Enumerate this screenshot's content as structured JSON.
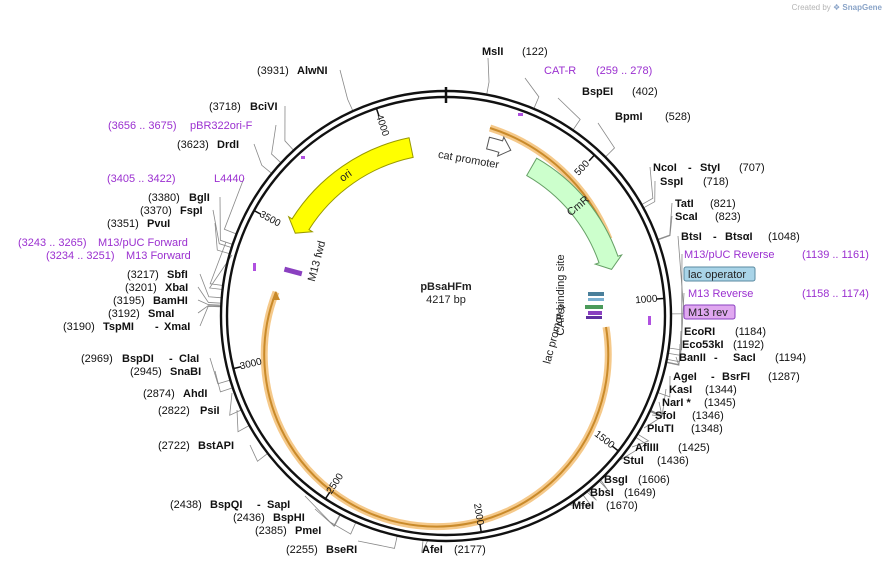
{
  "credit": {
    "prefix": "Created by",
    "brand": "SnapGene"
  },
  "plasmid": {
    "name": "pBsaHFm",
    "length": "4217 bp",
    "total": 4217
  },
  "ticks": [
    "500",
    "1000",
    "1500",
    "2000",
    "2500",
    "3000",
    "3500",
    "4000"
  ],
  "arc_features": [
    {
      "name": "ori",
      "label": "ori",
      "start": 3500,
      "end": 4080,
      "color": "#ffff00",
      "stroke": "#999900"
    },
    {
      "name": "cmr",
      "label": "CmR",
      "start": 350,
      "end": 870,
      "color": "#ccffcc",
      "stroke": "#66a066"
    },
    {
      "name": "cat-promoter",
      "label": "cat promoter",
      "start": 160,
      "end": 250,
      "color": "#ffffff",
      "stroke": "#555555"
    }
  ],
  "inner_labels": {
    "m13fwd": "M13 fwd",
    "cap": "CAP binding site",
    "lac": "lac promoter"
  },
  "sites": {
    "msli": "MslI",
    "msli_pos": "(122)",
    "bspei": "BspEI",
    "bspei_pos": "(402)",
    "bpmi": "BpmI",
    "bpmi_pos": "(528)",
    "ncoi": "NcoI",
    "styi": "StyI",
    "ncoi_pos": "(707)",
    "sspi": "SspI",
    "sspi_pos": "(718)",
    "tati": "TatI",
    "tati_pos": "(821)",
    "scai": "ScaI",
    "scai_pos": "(823)",
    "btsi": "BtsI",
    "btsai": "BtsαI",
    "btsi_pos": "(1048)",
    "ecori": "EcoRI",
    "ecori_pos": "(1184)",
    "eco53ki": "Eco53kI",
    "eco53ki_pos": "(1192)",
    "banii": "BanII",
    "saci": "SacI",
    "banii_pos": "(1194)",
    "agei": "AgeI",
    "bsrfi": "BsrFI",
    "agei_pos": "(1287)",
    "kasi": "KasI",
    "kasi_pos": "(1344)",
    "nari": "NarI *",
    "nari_pos": "(1345)",
    "sfoi": "SfoI",
    "sfoi_pos": "(1346)",
    "pluti": "PluTI",
    "pluti_pos": "(1348)",
    "aflii": "AflIII",
    "aflii_pos": "(1425)",
    "stui": "StuI",
    "stui_pos": "(1436)",
    "bsgi": "BsgI",
    "bsgi_pos": "(1606)",
    "bbsi": "BbsI",
    "bbsi_pos": "(1649)",
    "mfei": "MfeI",
    "mfei_pos": "(1670)",
    "afei": "AfeI",
    "afei_pos": "(2177)",
    "bseri": "BseRI",
    "bseri_pos": "(2255)",
    "pmei": "PmeI",
    "pmei_pos": "(2385)",
    "bsphi": "BspHI",
    "bsphi_pos": "(2436)",
    "bspqi": "BspQI",
    "sapi": "SapI",
    "bspqi_pos": "(2438)",
    "bstapi": "BstAPI",
    "bstapi_pos": "(2722)",
    "psii": "PsiI",
    "psii_pos": "(2822)",
    "ahdi": "AhdI",
    "ahdi_pos": "(2874)",
    "snabi": "SnaBI",
    "snabi_pos": "(2945)",
    "bspdi": "BspDI",
    "clai": "ClaI",
    "bspdi_pos": "(2969)",
    "tspmi": "TspMI",
    "xmai": "XmaI",
    "tspmi_pos": "(3190)",
    "smai": "SmaI",
    "smai_pos": "(3192)",
    "bamhi": "BamHI",
    "bamhi_pos": "(3195)",
    "xbai": "XbaI",
    "xbai_pos": "(3201)",
    "sbfi": "SbfI",
    "sbfi_pos": "(3217)",
    "pvui": "PvuI",
    "pvui_pos": "(3351)",
    "fspi": "FspI",
    "fspi_pos": "(3370)",
    "bgli": "BglI",
    "bgli_pos": "(3380)",
    "drdi": "DrdI",
    "drdi_pos": "(3623)",
    "bcivi": "BciVI",
    "bcivi_pos": "(3718)",
    "alwni": "AlwNI",
    "alwni_pos": "(3931)"
  },
  "features": {
    "catr_range": "(259 .. 278)",
    "catr": "CAT-R",
    "m13puc_rev": "M13/pUC Reverse",
    "m13puc_rev_range": "(1139 .. 1161)",
    "lac_operator": "lac operator",
    "m13rev": "M13 Reverse",
    "m13rev_range": "(1158 .. 1174)",
    "m13rev_box": "M13 rev",
    "pbr_range": "(3656 .. 3675)",
    "pbr": "pBR322ori-F",
    "l4440_range": "(3405 .. 3422)",
    "l4440": "L4440",
    "m13puc_fwd_range": "(3243 .. 3265)",
    "m13puc_fwd": "M13/pUC Forward",
    "m13fwd_range": "(3234 .. 3251)",
    "m13fwd": "M13 Forward"
  }
}
